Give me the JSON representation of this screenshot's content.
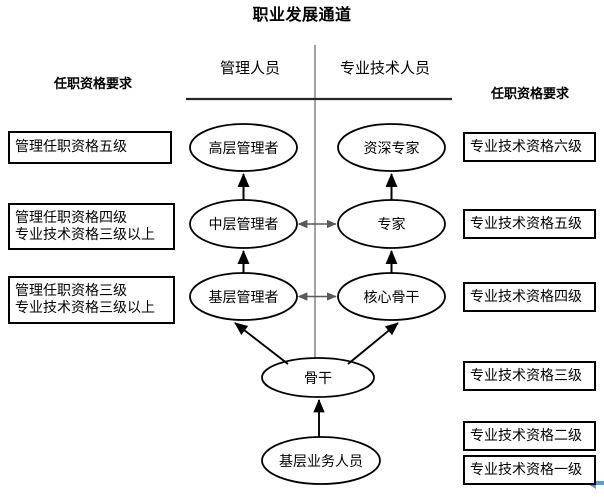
{
  "title": "职业发展通道",
  "columns": {
    "left_header": "管理人员",
    "right_header": "专业技术人员"
  },
  "side_headers": {
    "left": "任职资格要求",
    "right": "任职资格要求"
  },
  "nodes": {
    "mgmt_top": "高层管理者",
    "mgmt_mid": "中层管理者",
    "mgmt_base": "基层管理者",
    "tech_top": "资深专家",
    "tech_mid": "专家",
    "tech_base": "核心骨干",
    "backbone": "骨干",
    "frontline": "基层业务人员"
  },
  "left_boxes": [
    {
      "lines": [
        "管理任职资格五级"
      ]
    },
    {
      "lines": [
        "管理任职资格四级",
        "专业技术资格三级以上"
      ]
    },
    {
      "lines": [
        "管理任职资格三级",
        "专业技术资格三级以上"
      ]
    }
  ],
  "right_boxes": [
    {
      "lines": [
        "专业技术资格六级"
      ]
    },
    {
      "lines": [
        "专业技术资格五级"
      ]
    },
    {
      "lines": [
        "专业技术资格四级"
      ]
    },
    {
      "lines": [
        "专业技术资格三级"
      ]
    },
    {
      "lines": [
        "专业技术资格二级"
      ]
    },
    {
      "lines": [
        "专业技术资格一级"
      ]
    }
  ],
  "colors": {
    "stroke": "#000000",
    "divider": "#808080",
    "cross_arrow": "#595959",
    "cursor": "#5B9BD5",
    "background": "#ffffff"
  },
  "icons": {
    "cursor": "left-arrow-cursor-icon"
  }
}
